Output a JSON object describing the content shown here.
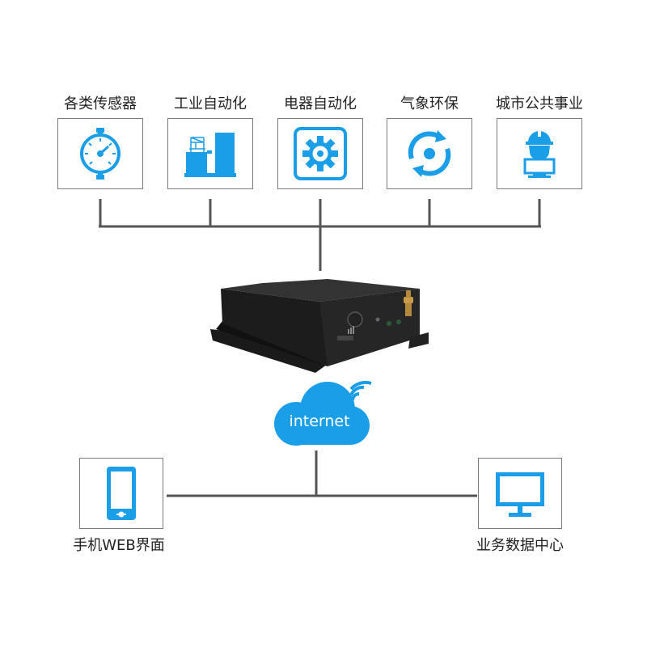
{
  "categories": [
    {
      "label": "各类传感器",
      "icon": "pressure-gauge-icon"
    },
    {
      "label": "工业自动化",
      "icon": "factory-icon"
    },
    {
      "label": "电器自动化",
      "icon": "gear-icon"
    },
    {
      "label": "气象环保",
      "icon": "recycle-arrows-icon"
    },
    {
      "label": "城市公共事业",
      "icon": "worker-computer-icon"
    }
  ],
  "network": {
    "cloud_label": "internet"
  },
  "endpoints": {
    "left": {
      "label": "手机WEB界面",
      "icon": "smartphone-icon"
    },
    "right": {
      "label": "业务数据中心",
      "icon": "monitor-icon"
    }
  },
  "colors": {
    "accent": "#1a9ee8",
    "line": "#555555",
    "border": "#7a7a7a"
  }
}
